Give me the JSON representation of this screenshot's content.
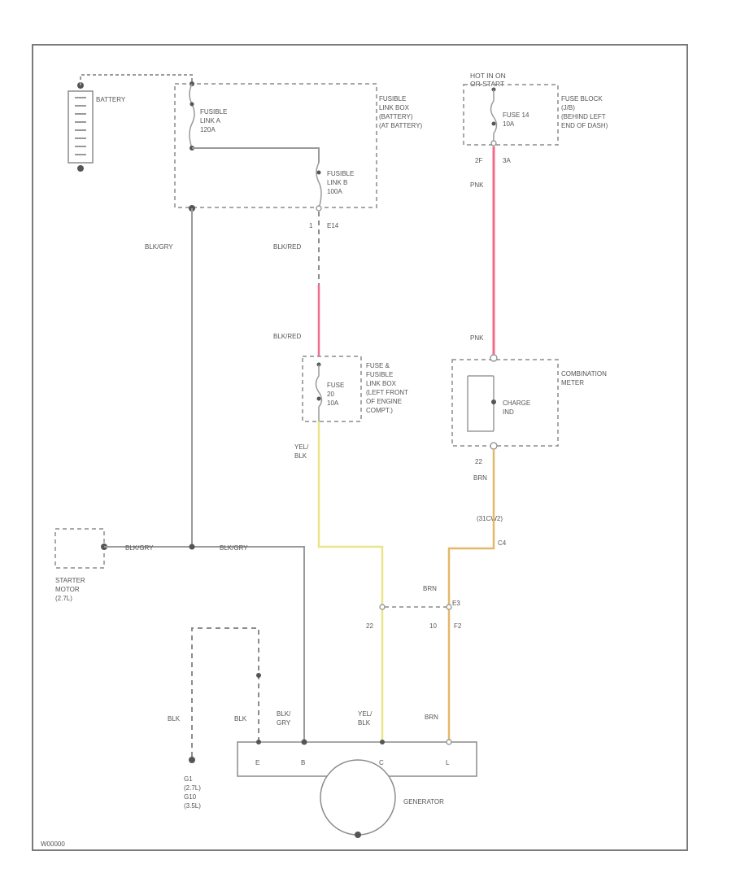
{
  "diagram_id": "W00000",
  "colors": {
    "pink": "#f06c8a",
    "yellow": "#e9e58a",
    "orange": "#e4b86a",
    "gray": "#9a9a9a"
  },
  "components": {
    "battery": "BATTERY",
    "fusible_link_box": [
      "FUSIBLE",
      "LINK BOX",
      "(BATTERY)",
      "(AT BATTERY)"
    ],
    "fusible_link_a": [
      "FUSIBLE",
      "LINK A",
      "120A"
    ],
    "fusible_link_b": [
      "FUSIBLE",
      "LINK B",
      "100A"
    ],
    "hot_label": [
      "HOT IN ON",
      "OR START"
    ],
    "fuse_block": [
      "FUSE BLOCK",
      "(J/B)",
      "(BEHIND LEFT",
      "END OF DASH)"
    ],
    "fuse_14": [
      "FUSE 14",
      "10A"
    ],
    "fuse_box_engine": [
      "FUSE &",
      "FUSIBLE",
      "LINK BOX",
      "(LEFT FRONT",
      "OF ENGINE",
      "COMPT.)"
    ],
    "fuse_20": [
      "FUSE",
      "20",
      "10A"
    ],
    "combination_meter": [
      "COMBINATION",
      "METER"
    ],
    "charge_ind": [
      "CHARGE",
      "IND"
    ],
    "starter_motor": [
      "STARTER",
      "MOTOR",
      "(2.7L)"
    ],
    "ground": [
      "G1",
      "(2.7L)",
      "G10",
      "(3.5L)"
    ],
    "generator": "GENERATOR",
    "generator_terminals": [
      "E",
      "B",
      "C",
      "L"
    ]
  },
  "wires": {
    "blk_gry_vertical": "BLK/GRY",
    "blk_gry_starter": "BLK/GRY",
    "blk_gry_generator": "BLK/GRY",
    "blk_red_upper": "BLK/RED",
    "blk_red_lower": "BLK/RED",
    "pnk_upper": "PNK",
    "pnk_lower": "PNK",
    "yel_blk_upper": [
      "YEL/",
      "BLK"
    ],
    "brn_meter": "BRN",
    "brn_connector": "BRN",
    "blk_ground": "BLK",
    "blk_generator": "BLK",
    "blk_gry_gen_label": [
      "BLK/",
      "GRY"
    ],
    "yel_blk_gen": [
      "YEL/",
      "BLK"
    ],
    "brn_gen": "BRN"
  },
  "connectors": {
    "fusible_link_out_pin": "1",
    "fusible_link_out_id": "E14",
    "fuse_block_pin_left": "2F",
    "fuse_block_pin_right": "3A",
    "meter_pin": "22",
    "meter_connector_id": "(31CW2)",
    "meter_terminal": "C4",
    "mid_connector": "E3",
    "mid_pin_left": "22",
    "mid_pin_right": "10",
    "mid_connector_id": "F2"
  }
}
